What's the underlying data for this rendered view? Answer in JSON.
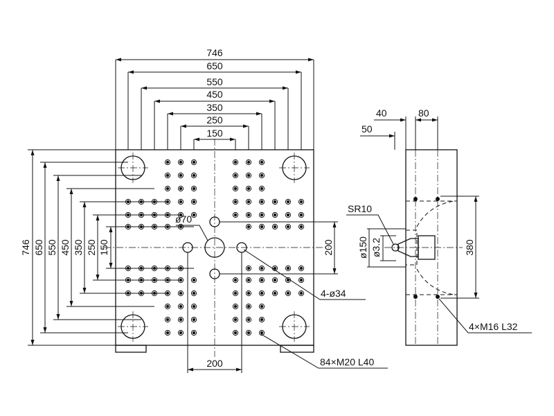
{
  "front_view": {
    "top_dims": [
      "746",
      "650",
      "550",
      "450",
      "350",
      "250",
      "150"
    ],
    "left_dims": [
      "746",
      "650",
      "550",
      "450",
      "350",
      "250",
      "150"
    ],
    "bottom_dim": "200",
    "right_dim": "200",
    "center_hole_label": "ø70",
    "side_holes_label": "4-ø34",
    "thread_holes_label": "84×M20  L40"
  },
  "side_view": {
    "dim_40": "40",
    "dim_80": "80",
    "dim_50": "50",
    "radius_label": "SR10",
    "dia_150": "ø150",
    "dia_3_2": "ø3.2",
    "dim_380": "380",
    "thread_label": "4×M16  L32"
  }
}
